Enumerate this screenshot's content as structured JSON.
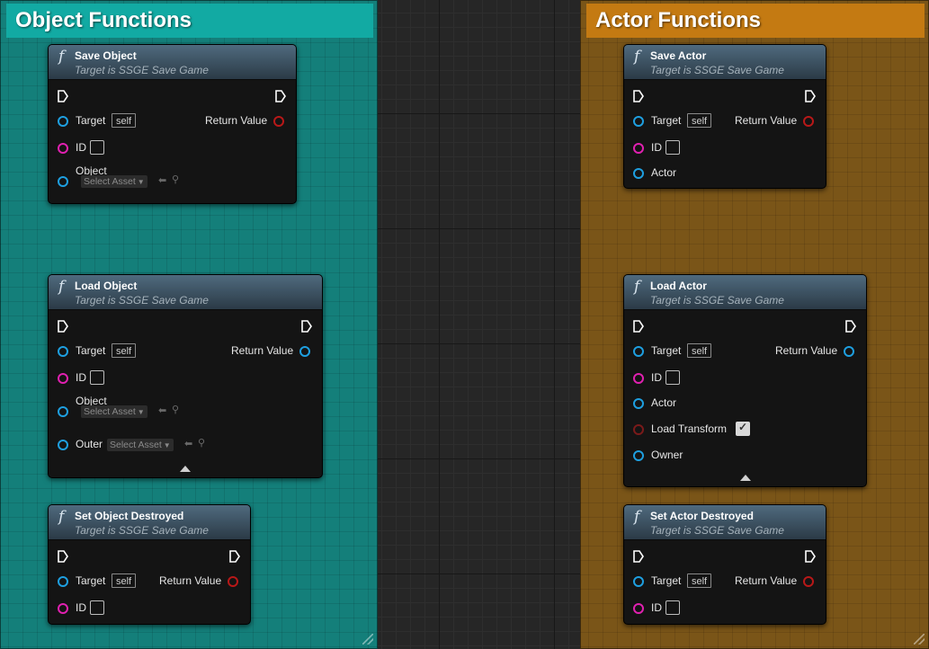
{
  "comments": {
    "object_title": "Object Functions",
    "actor_title": "Actor Functions"
  },
  "common": {
    "target_note": "Target is SSGE Save Game",
    "target_label": "Target",
    "self_label": "self",
    "id_label": "ID",
    "return_label": "Return Value",
    "object_label": "Object",
    "outer_label": "Outer",
    "actor_label": "Actor",
    "load_transform_label": "Load Transform",
    "owner_label": "Owner",
    "select_asset": "Select Asset"
  },
  "nodes": {
    "save_object": "Save Object",
    "load_object": "Load Object",
    "set_object_destroyed": "Set Object Destroyed",
    "save_actor": "Save Actor",
    "load_actor": "Load Actor",
    "set_actor_destroyed": "Set Actor Destroyed"
  },
  "colors": {
    "teal_comment": "#147f7a",
    "teal_title": "#12aaa3",
    "orange_comment": "#7a5518",
    "orange_title": "#c47a12",
    "object_pin": "#1e9fe0",
    "int_pin": "#e020b0",
    "bool_pin": "#b81818"
  },
  "icons": {
    "function": "function-icon",
    "exec": "exec-pin-icon",
    "collapse": "collapse-arrow-icon",
    "browse": "use-selected-arrow-icon",
    "search": "search-icon"
  },
  "load_actor_load_transform_checked": true
}
